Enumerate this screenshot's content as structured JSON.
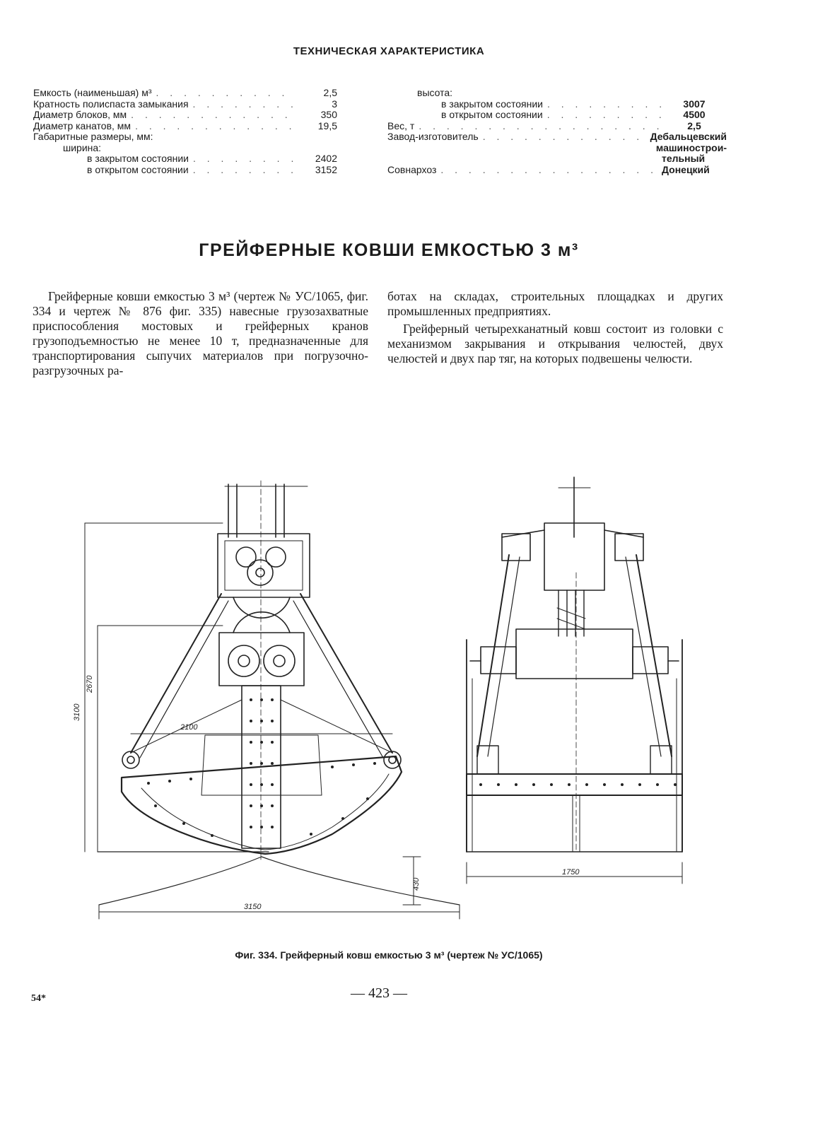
{
  "running_head": "ТЕХНИЧЕСКАЯ ХАРАКТЕРИСТИКА",
  "specs_left": [
    {
      "label": "Емкость (наименьшая) м³",
      "value": "2,5"
    },
    {
      "label": "Кратность полиспаста замыкания",
      "value": "3"
    },
    {
      "label": "Диаметр блоков, мм",
      "value": "350"
    },
    {
      "label": "Диаметр канатов, мм",
      "value": "19,5"
    },
    {
      "label": "Габаритные размеры, мм:",
      "value": ""
    },
    {
      "label": "ширина:",
      "value": ""
    },
    {
      "label": "в закрытом состоянии",
      "value": "2402"
    },
    {
      "label": "в открытом состоянии",
      "value": "3152"
    }
  ],
  "specs_right": [
    {
      "label": "высота:",
      "value": ""
    },
    {
      "label": "в закрытом состоянии",
      "value": "3007"
    },
    {
      "label": "в открытом состоянии",
      "value": "4500"
    },
    {
      "label": "Вес, т",
      "value": "2,5"
    },
    {
      "label": "Завод-изготовитель",
      "value": "Дебальцевский"
    },
    {
      "label": "",
      "value": "машинострои-"
    },
    {
      "label": "",
      "value": "тельный"
    },
    {
      "label": "Совнархоз",
      "value": "Донецкий"
    }
  ],
  "section_title": "ГРЕЙФЕРНЫЕ КОВШИ ЕМКОСТЬЮ 3 м³",
  "body": {
    "left_paragraph": "Грейферные ковши емкостью 3 м³ (чертеж № УС/1065, фиг. 334 и чертеж № 876 фиг. 335) навесные грузозахватные приспособления мостовых и грейферных кранов грузоподъемностью не менее 10 т, предназначенные для транспортирования сыпучих материалов при погрузочно-разгрузочных ра-",
    "right_paragraph_1": "ботах на складах, строительных площадках и других промышленных предприятиях.",
    "right_paragraph_2": "Грейферный четырехканатный ковш состоит из головки с механизмом закрывания и открывания челюстей, двух челюстей и двух пар тяг, на которых подвешены челюсти."
  },
  "figure": {
    "dimensions": {
      "height_total": "3100",
      "height_inner": "2670",
      "span_arms": "2100",
      "width_open": "3150",
      "depth": "430",
      "side_width": "1750"
    }
  },
  "caption": "Фиг. 334. Грейферный ковш емкостью 3 м³ (чертеж № УС/1065)",
  "page_number": "— 423 —",
  "signature_mark": "54*"
}
